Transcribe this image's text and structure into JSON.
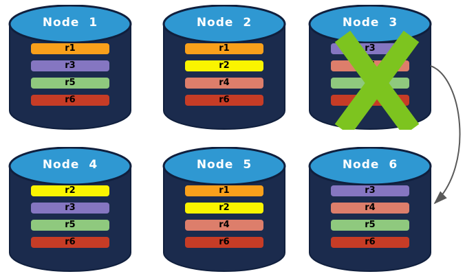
{
  "colors": {
    "cylinder_body": "#1B2B4D",
    "cylinder_outline": "#101F3D",
    "cylinder_top": "#2F98D2",
    "title_text": "#FFFFFF",
    "record_text": "#000000",
    "x_mark": "#7DC41F",
    "arrow": "#595959"
  },
  "nodes": [
    {
      "title": "Node 1",
      "failed": false,
      "records": [
        {
          "label": "r1",
          "color": "#F9A01B"
        },
        {
          "label": "r3",
          "color": "#8576C1"
        },
        {
          "label": "r5",
          "color": "#8FC97E"
        },
        {
          "label": "r6",
          "color": "#C63C26"
        }
      ]
    },
    {
      "title": "Node 2",
      "failed": false,
      "records": [
        {
          "label": "r1",
          "color": "#F9A01B"
        },
        {
          "label": "r2",
          "color": "#FAF400"
        },
        {
          "label": "r4",
          "color": "#DD7E6B"
        },
        {
          "label": "r6",
          "color": "#C63C26"
        }
      ]
    },
    {
      "title": "Node 3",
      "failed": true,
      "records": [
        {
          "label": "r3",
          "color": "#8576C1"
        },
        {
          "label": "r4",
          "color": "#DD7E6B"
        },
        {
          "label": "r5",
          "color": "#8FC97E"
        },
        {
          "label": "r6",
          "color": "#C63C26"
        }
      ]
    },
    {
      "title": "Node 4",
      "failed": false,
      "records": [
        {
          "label": "r2",
          "color": "#FAF400"
        },
        {
          "label": "r3",
          "color": "#8576C1"
        },
        {
          "label": "r5",
          "color": "#8FC97E"
        },
        {
          "label": "r6",
          "color": "#C63C26"
        }
      ]
    },
    {
      "title": "Node 5",
      "failed": false,
      "records": [
        {
          "label": "r1",
          "color": "#F9A01B"
        },
        {
          "label": "r2",
          "color": "#FAF400"
        },
        {
          "label": "r4",
          "color": "#DD7E6B"
        },
        {
          "label": "r6",
          "color": "#C63C26"
        }
      ]
    },
    {
      "title": "Node 6",
      "failed": false,
      "records": [
        {
          "label": "r3",
          "color": "#8576C1"
        },
        {
          "label": "r4",
          "color": "#DD7E6B"
        },
        {
          "label": "r5",
          "color": "#8FC97E"
        },
        {
          "label": "r6",
          "color": "#C63C26"
        }
      ]
    }
  ],
  "annotations": {
    "failure_x": {
      "node": "Node 3"
    },
    "arrow": {
      "from": "Node 3",
      "to": "Node 6"
    }
  }
}
